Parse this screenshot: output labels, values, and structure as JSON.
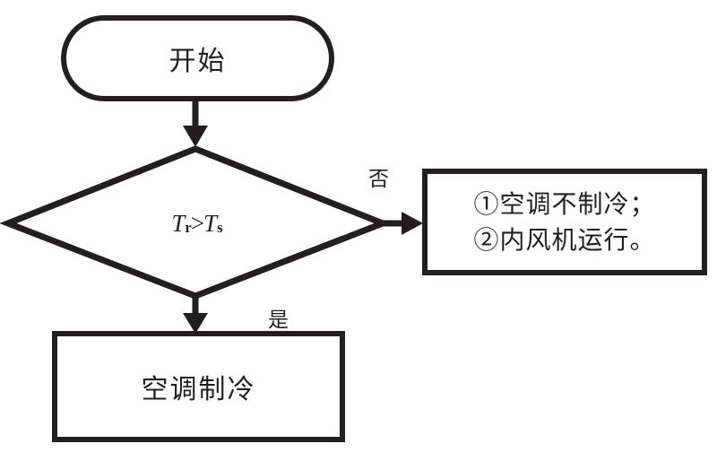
{
  "diagram": {
    "title": "air-conditioner cooling control flowchart",
    "colors": {
      "stroke": "#231f20",
      "fill": "#ffffff",
      "text": "#231f20"
    },
    "nodes": {
      "start": {
        "shape": "stadium",
        "label": "开始"
      },
      "decision": {
        "shape": "diamond",
        "label_var_left": "T",
        "label_sub_left": "r",
        "label_operator": ">",
        "label_var_right": "T",
        "label_sub_right": "s",
        "label_plain": "Tr>Ts"
      },
      "no_branch_box": {
        "shape": "rectangle",
        "lines": [
          "①空调不制冷；",
          "②内风机运行。"
        ]
      },
      "yes_branch_box": {
        "shape": "rectangle",
        "label": "空调制冷"
      }
    },
    "edges": {
      "start_to_decision": {
        "label": "",
        "arrow": "down"
      },
      "decision_to_no": {
        "label": "否",
        "arrow": "right"
      },
      "decision_to_yes": {
        "label": "是",
        "arrow": "down"
      }
    }
  }
}
